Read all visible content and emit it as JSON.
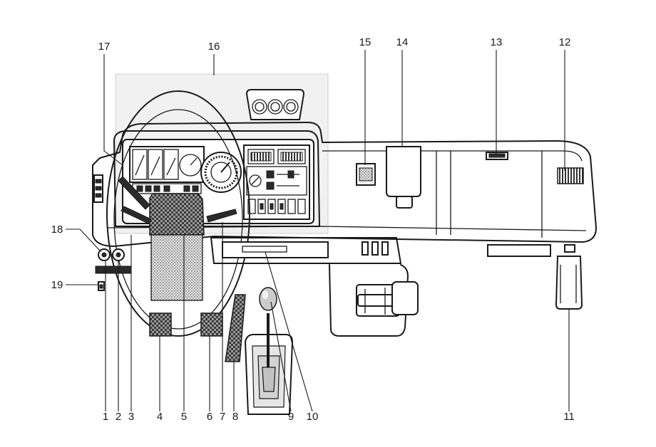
{
  "diagram": {
    "callouts": [
      {
        "id": "1",
        "label": "1"
      },
      {
        "id": "2",
        "label": "2"
      },
      {
        "id": "3",
        "label": "3"
      },
      {
        "id": "4",
        "label": "4"
      },
      {
        "id": "5",
        "label": "5"
      },
      {
        "id": "6",
        "label": "6"
      },
      {
        "id": "7",
        "label": "7"
      },
      {
        "id": "8",
        "label": "8"
      },
      {
        "id": "9",
        "label": "9"
      },
      {
        "id": "10",
        "label": "10"
      },
      {
        "id": "11",
        "label": "11"
      },
      {
        "id": "12",
        "label": "12"
      },
      {
        "id": "13",
        "label": "13"
      },
      {
        "id": "14",
        "label": "14"
      },
      {
        "id": "15",
        "label": "15"
      },
      {
        "id": "16",
        "label": "16"
      },
      {
        "id": "17",
        "label": "17"
      },
      {
        "id": "18",
        "label": "18"
      },
      {
        "id": "19",
        "label": "19"
      }
    ],
    "colors": {
      "ink": "#1a1a1a",
      "paper": "#ffffff",
      "shade": "#c8c8c8"
    }
  }
}
